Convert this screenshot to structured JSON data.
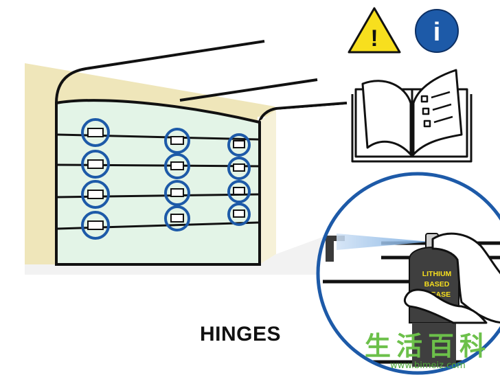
{
  "illustration": {
    "caption": "HINGES",
    "can_label": [
      "LITHIUM",
      "BASED",
      "REASE"
    ],
    "warning_symbol": "!",
    "info_symbol": "i"
  },
  "icons": {
    "warning": "warning-triangle-icon",
    "info": "info-circle-icon",
    "manual": "open-book-icon"
  },
  "colors": {
    "wall": "#efe6ba",
    "door": "#e3f4e7",
    "highlight": "#1d5aa8",
    "warning": "#f7df1e",
    "can_label_text": "#f7df1e",
    "spray": "#6fa6df",
    "watermark": "#6cc04a"
  },
  "watermark": {
    "text": "生活百科",
    "url": "www.bimeiz.com"
  }
}
